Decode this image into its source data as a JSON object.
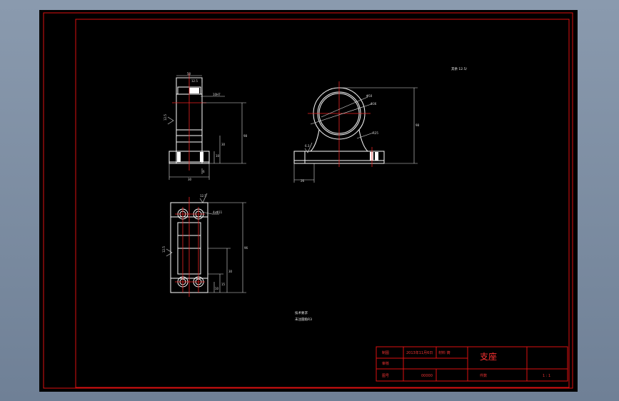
{
  "drawing": {
    "title": "支座",
    "roughness_note": "其余 12.5/",
    "tech_notes": [
      "技术要求",
      "未注圆角R3"
    ],
    "dimension_labels": {
      "front_top_width": "50",
      "front_hole_note": "10H7",
      "front_side_rough": "12.5",
      "front_height_total": "98",
      "front_height_mid": "30",
      "front_height_small": "10",
      "front_bottom_width": "30",
      "front_step": "6",
      "side_dia_1": "Φ50",
      "side_dia_2": "Φ36",
      "side_dia_3": "R25",
      "side_height": "98",
      "side_base_width": "26",
      "side_rough": "6.3",
      "top_hole": "4xΦ11",
      "top_len": "96",
      "top_w1": "30",
      "top_w2": "15",
      "top_w3": "10",
      "top_rough": "12.5"
    }
  },
  "title_block": {
    "row1": [
      "制图",
      "2013年11月6日",
      "材料 铸",
      ""
    ],
    "row2": [
      "审核",
      "",
      "",
      ""
    ],
    "row3": [
      "图号",
      "00000",
      "件数",
      "1 : 1"
    ]
  },
  "colors": {
    "frame": "#dd1111",
    "lines": "#ffffff",
    "centerlines": "#ee2222",
    "background": "#000000"
  }
}
